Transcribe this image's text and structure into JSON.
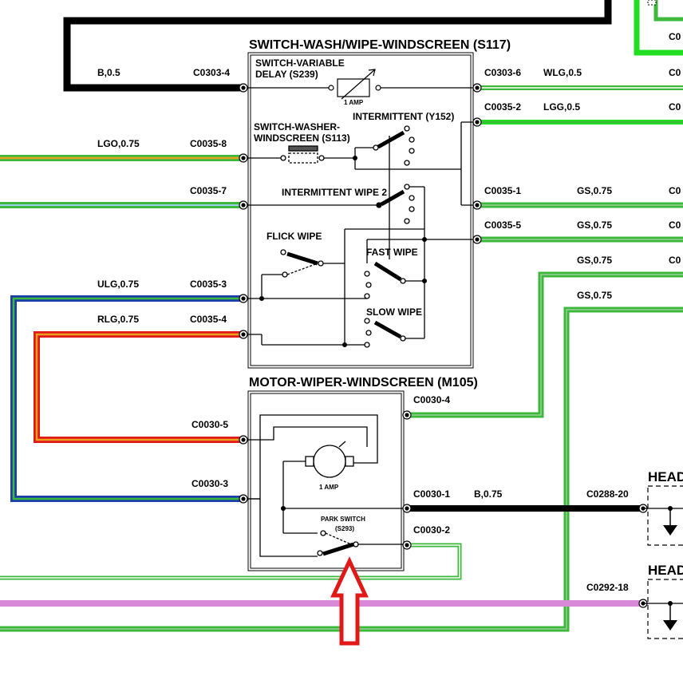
{
  "switch_module": {
    "title": "SWITCH-WASH/WIPE-WINDSCREEN (S117)",
    "variable_delay": [
      "SWITCH-VARIABLE",
      "DELAY (S239)"
    ],
    "fuse_top": "1 AMP",
    "washer": [
      "SWITCH-WASHER-",
      "WINDSCREEN (S113)"
    ],
    "intermittent": "INTERMITTENT (Y152)",
    "intermittent_wipe": "INTERMITTENT WIPE 2",
    "flick_wipe": "FLICK WIPE",
    "fast_wipe": "FAST WIPE",
    "slow_wipe": "SLOW WIPE"
  },
  "motor_module": {
    "title": "MOTOR-WIPER-WINDSCREEN (M105)",
    "fuse": "1 AMP",
    "park_switch": [
      "PARK SWITCH",
      "(S293)"
    ]
  },
  "left_wires": [
    {
      "wire": "B,0.5",
      "connector": "C0303-4"
    },
    {
      "wire": "LGO,0.75",
      "connector": "C0035-8"
    },
    {
      "wire": "",
      "connector": "C0035-7"
    },
    {
      "wire": "ULG,0.75",
      "connector": "C0035-3"
    },
    {
      "wire": "RLG,0.75",
      "connector": "C0035-4"
    }
  ],
  "right_wires": [
    {
      "connector": "C0303-6",
      "wire": "WLG,0.5",
      "edge": "C0"
    },
    {
      "connector": "C0035-2",
      "wire": "LGG,0.5",
      "edge": "C0"
    },
    {
      "connector": "C0035-1",
      "wire": "GS,0.75",
      "edge": "C0"
    },
    {
      "connector": "C0035-5",
      "wire": "GS,0.75",
      "edge": "C0"
    },
    {
      "connector": "",
      "wire": "GS,0.75",
      "edge": "C0"
    },
    {
      "connector": "",
      "wire": "GS,0.75",
      "edge": ""
    }
  ],
  "motor_connectors": {
    "c4": "C0030-4",
    "c5": "C0030-5",
    "c3": "C0030-3",
    "c1": "C0030-1",
    "c1_wire": "B,0.75",
    "c2": "C0030-2"
  },
  "far_right": {
    "top_edge": "C0",
    "head1": "HEAD",
    "head1_conn": "C0288-20",
    "head2": "HEAD",
    "head2_conn": "C0292-18"
  },
  "colors": {
    "black": "#000000",
    "green": "#3db83d",
    "bright_green": "#22dd22",
    "orange": "#e8a020",
    "blue": "#1a3fa8",
    "red": "#e01818",
    "pink": "#d88ad8",
    "arrow": "#e01818"
  }
}
